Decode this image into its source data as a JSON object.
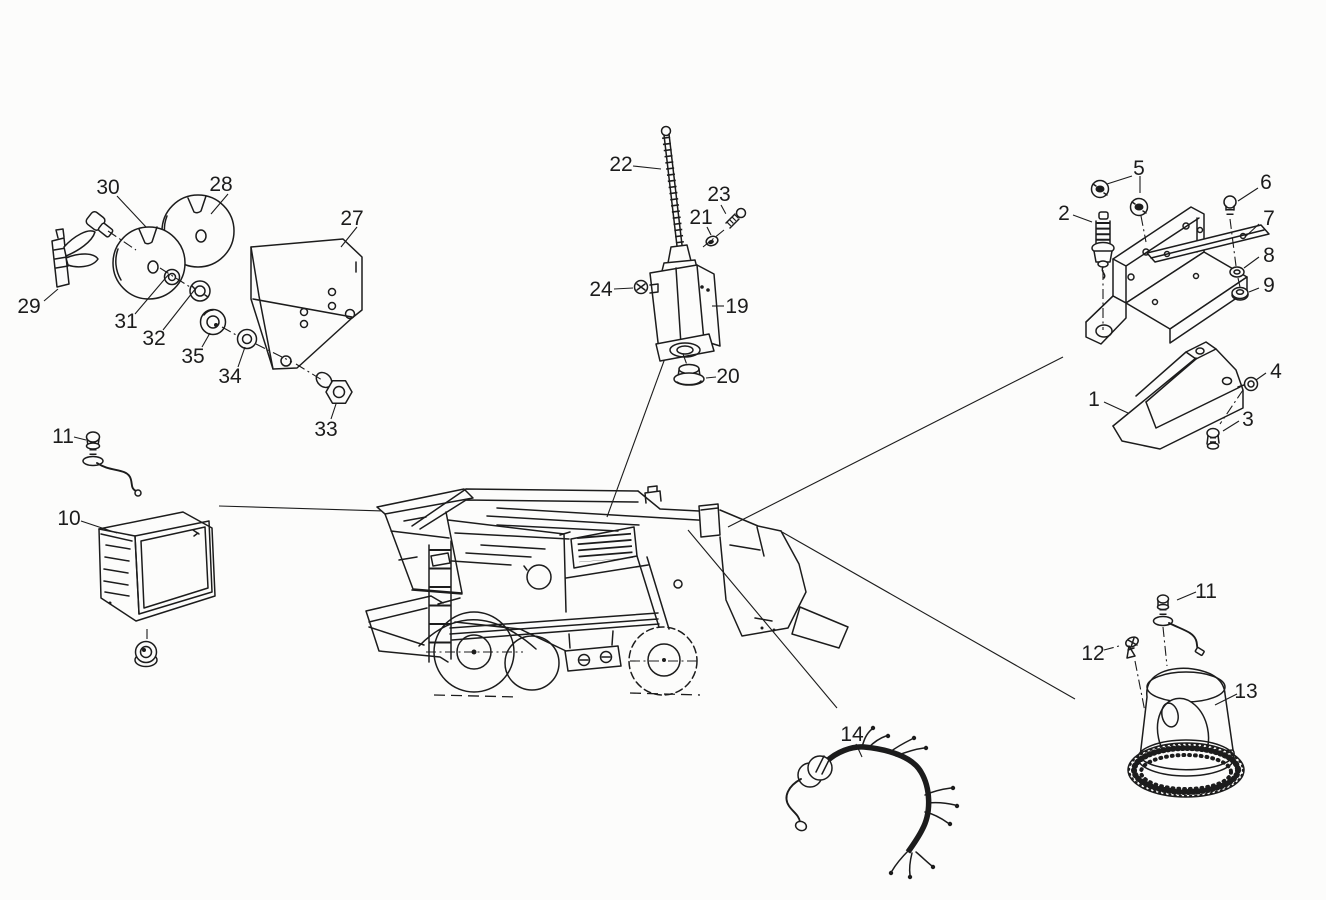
{
  "figure": {
    "description_of_pixels": "black-and-white exploded parts line diagram of combine harvester electrical equipment: horns, work lamp, limit switch, sensor brackets, rotating beacon and wiring harness around a side view of the combine"
  },
  "colors": {
    "ink": "#1c1c1c",
    "paper": "#fcfcfb"
  },
  "callouts": {
    "n1": "1",
    "n2": "2",
    "n3": "3",
    "n4": "4",
    "n5": "5",
    "n6": "6",
    "n7": "7",
    "n8": "8",
    "n9": "9",
    "n10": "10",
    "n11a": "11",
    "n11b": "11",
    "n12": "12",
    "n13": "13",
    "n14": "14",
    "n19": "19",
    "n20": "20",
    "n21": "21",
    "n22": "22",
    "n23": "23",
    "n24": "24",
    "n27": "27",
    "n28": "28",
    "n29": "29",
    "n30": "30",
    "n31": "31",
    "n32": "32",
    "n33": "33",
    "n34": "34",
    "n35": "35"
  }
}
